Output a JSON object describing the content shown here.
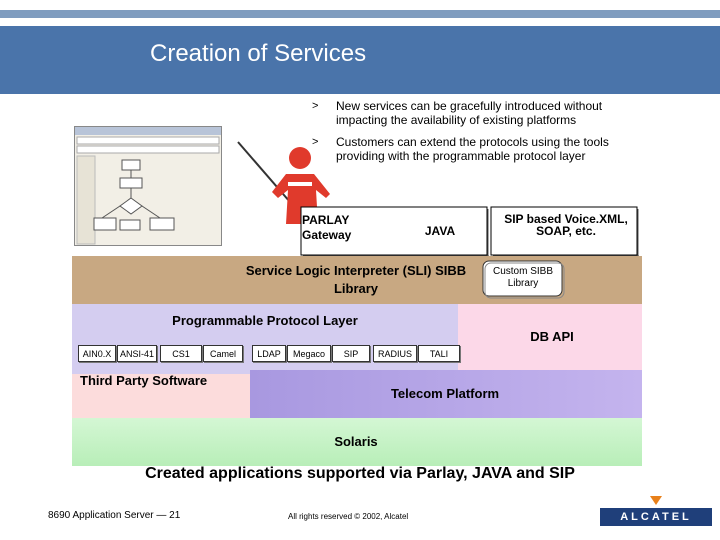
{
  "slide": {
    "title": "Creation of Services",
    "bullets": [
      {
        "mark": ">",
        "text": "New services can be gracefully introduced without impacting the availability of existing platforms"
      },
      {
        "mark": ">",
        "text": "Customers can extend the protocols using the tools providing with the programmable protocol layer"
      }
    ]
  },
  "diagram": {
    "parlay": "PARLAY Gateway",
    "java": "JAVA",
    "sip_based": "SIP based Voice.XML, SOAP, etc.",
    "sli": "Service Logic Interpreter (SLI) SIBB Library",
    "custom_sibb": "Custom SIBB Library",
    "ppl": "Programmable Protocol Layer",
    "db_api": "DB API",
    "protocols": [
      "AIN0.X",
      "ANSI-41",
      "CS1",
      "Camel",
      "LDAP",
      "Megaco",
      "SIP",
      "RADIUS",
      "TALI"
    ],
    "third_party": "Third Party Software",
    "telecom": "Telecom Platform",
    "solaris": "Solaris",
    "caption": "Created applications supported via Parlay,  JAVA and SIP"
  },
  "footer": {
    "left": "8690 Application Server — 21",
    "middle": "All rights reserved © 2002, Alcatel",
    "logo_text": "ALCATEL"
  },
  "colors": {
    "title_bar": "#4a74aa",
    "sli_band": "#c8a882",
    "ppl_band": "#d4cdf0",
    "db_api_band": "#fcd8e8",
    "telecom_band": "#b8a6e8",
    "third_party_band": "#fcdcdc",
    "solaris_band": "#c2f2c2",
    "figure_red": "#e03a2c"
  }
}
